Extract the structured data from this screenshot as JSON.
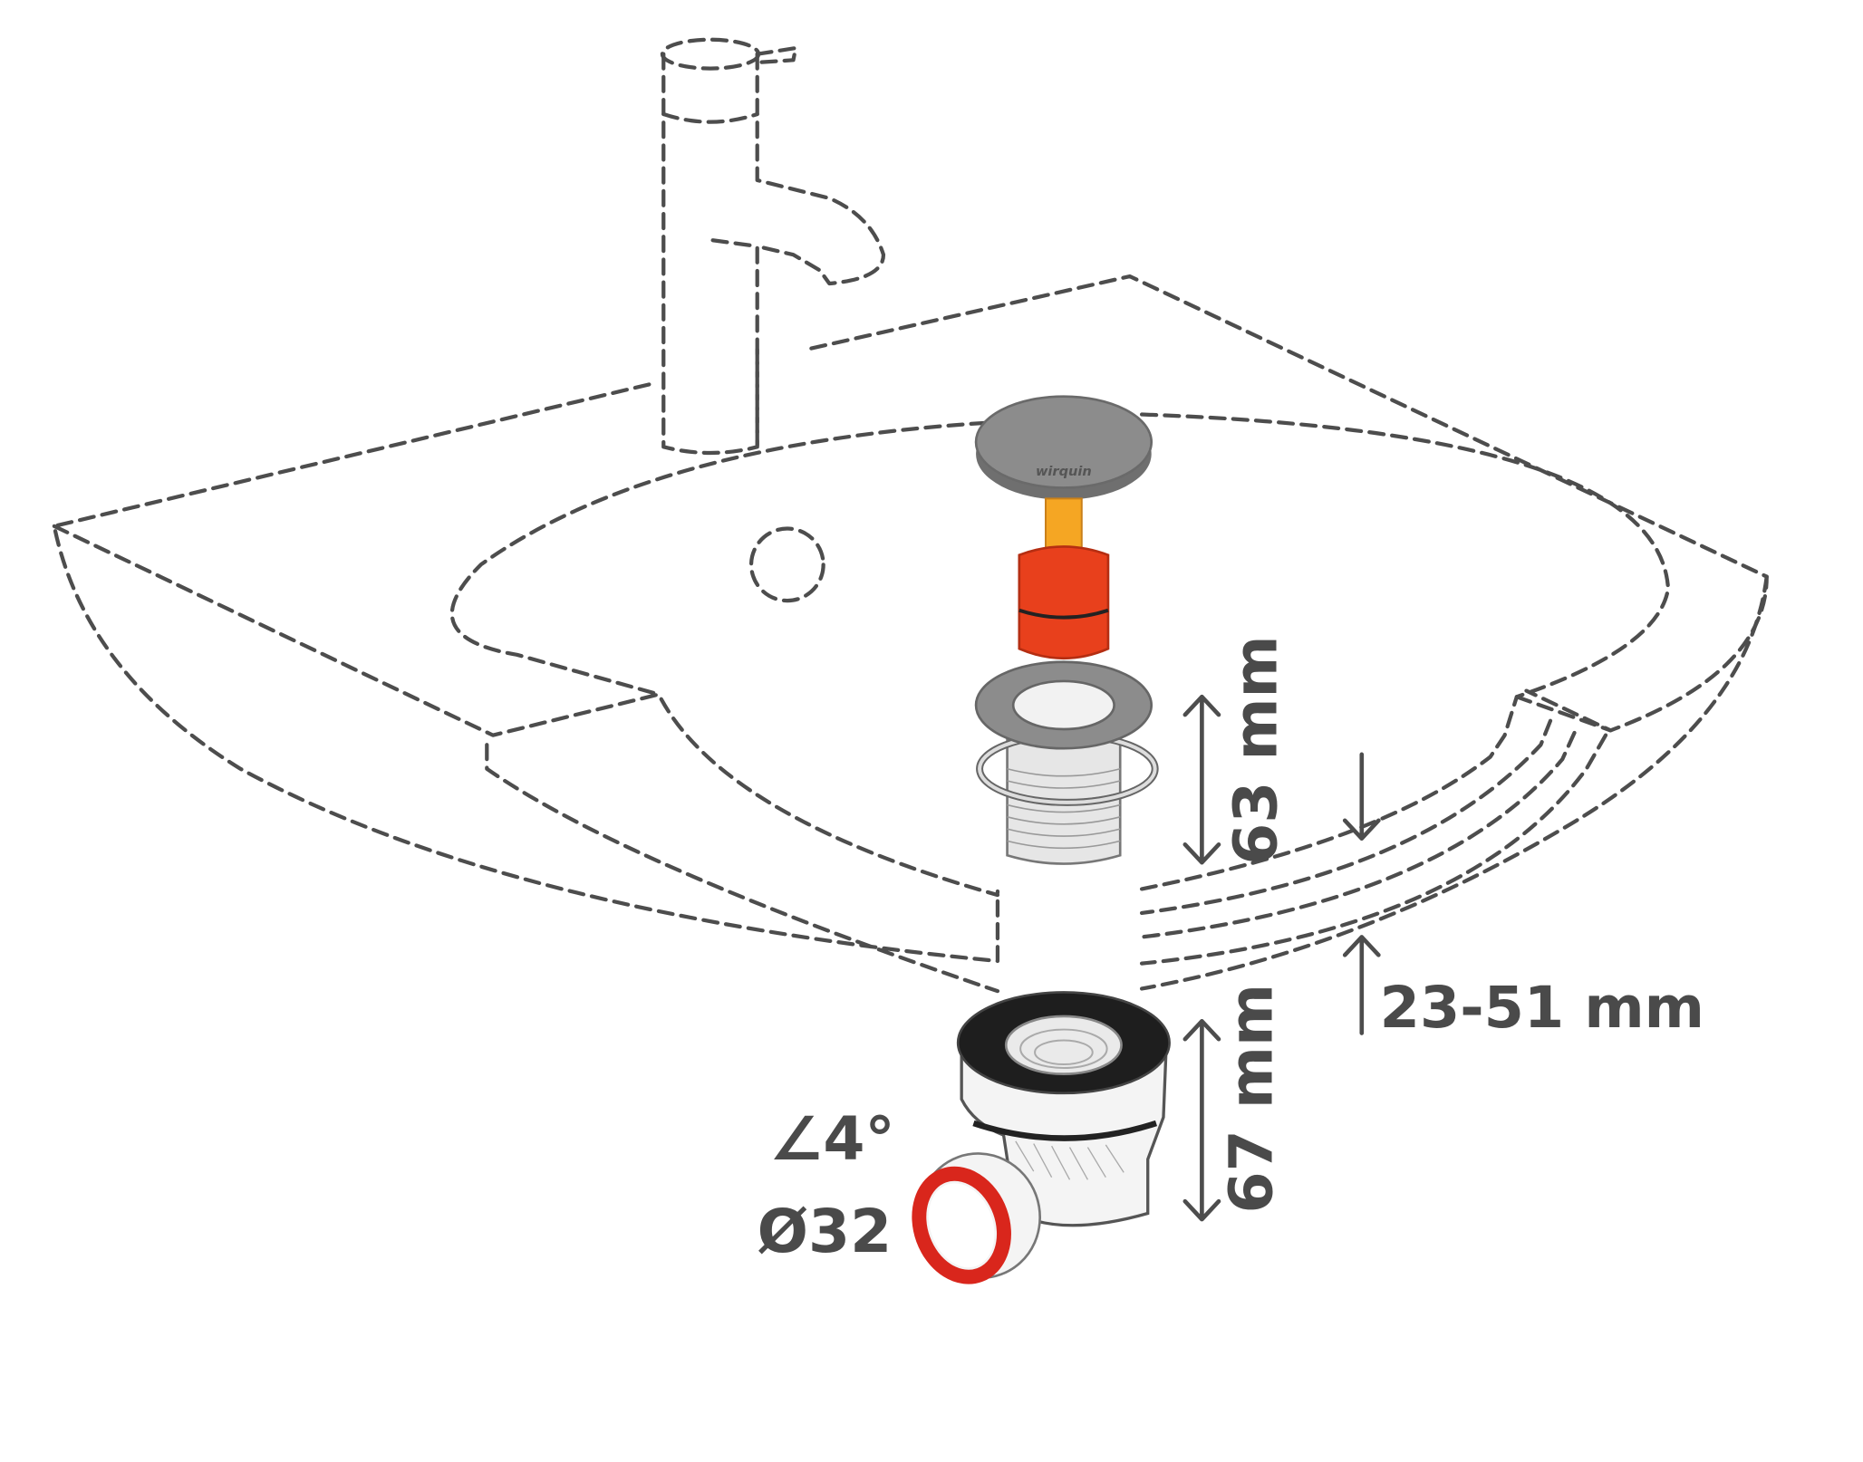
{
  "brand_logo": "wirquin",
  "dimensions": {
    "popup_height": "63 mm",
    "sink_thickness": "23-51 mm",
    "trap_height": "67 mm",
    "angle": "∠4°",
    "outlet_diameter": "Ø32"
  },
  "colors": {
    "line": "#4d4d4d",
    "cap_grey": "#8a8a8a",
    "stem_orange": "#f5a623",
    "body_red": "#e8401c",
    "seal_red": "#d9261c",
    "gasket_black": "#1e1e1e"
  }
}
